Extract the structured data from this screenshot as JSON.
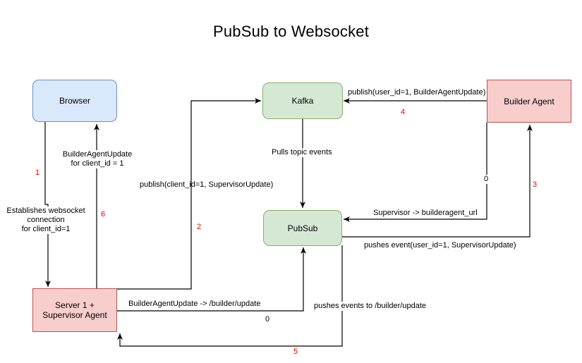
{
  "title": "PubSub to Websocket",
  "nodes": {
    "browser": "Browser",
    "kafka": "Kafka",
    "builder_agent": "Builder Agent",
    "pubsub": "PubSub",
    "server": "Server 1 + Supervisor Agent"
  },
  "edge_labels": {
    "establishes": [
      "Establishes websocket",
      "connection",
      "for client_id=1"
    ],
    "builder_update_browser": [
      "BuilderAgentUpdate",
      "for client_id = 1"
    ],
    "publish_supervisor": "publish(client_id=1, SupervisorUpdate)",
    "publish_builder": "publish(user_id=1, BuilderAgentUpdate)",
    "pulls_topic": "Pulls topic events",
    "supervisor_url": "Supervisor -> builderagent_url",
    "pushes_event": "pushes event(user_id=1, SupervisorUpdate)",
    "builder_update_path": "BuilderAgentUpdate -> /builder/update",
    "pushes_events_path": "pushes events to /builder/update"
  },
  "step_numbers": {
    "s1": "1",
    "s2": "2",
    "s3": "3",
    "s4": "4",
    "s5": "5",
    "s6": "6",
    "zero_a": "0",
    "zero_b": "0"
  },
  "colors": {
    "blue_fill": "#dae8fc",
    "green_fill": "#d5e8d4",
    "red_fill": "#f8cecc",
    "step_red": "#e60000"
  }
}
